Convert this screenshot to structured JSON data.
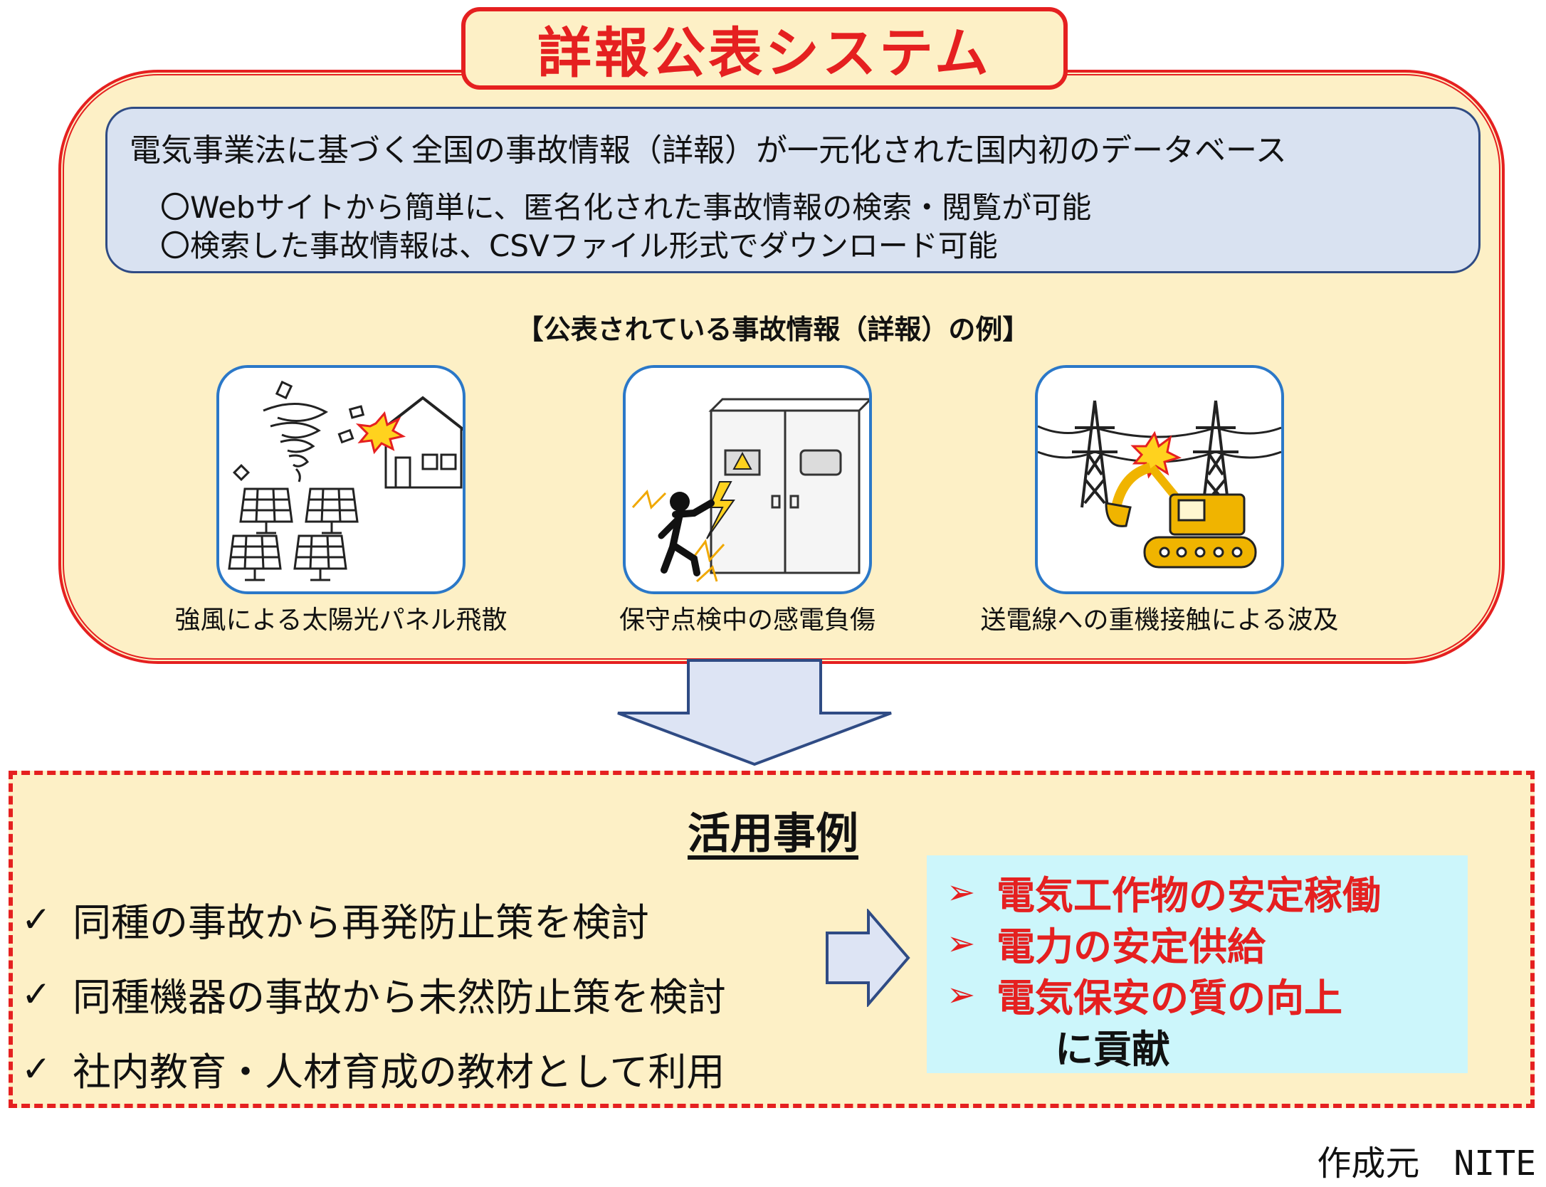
{
  "system": {
    "title": "詳報公表システム",
    "description": "電気事業法に基づく全国の事故情報（詳報）が一元化された国内初のデータベース",
    "features": [
      "〇Webサイトから簡単に、匿名化された事故情報の検索・閲覧が可能",
      "〇検索した事故情報は、CSVファイル形式でダウンロード可能"
    ],
    "examples_heading": "【公表されている事故情報（詳報）の例】",
    "examples": [
      {
        "caption": "強風による太陽光パネル飛散",
        "icon": "tornado-solar-panel-icon"
      },
      {
        "caption": "保守点検中の感電負傷",
        "icon": "electric-shock-icon"
      },
      {
        "caption": "送電線への重機接触による波及",
        "icon": "powerline-excavator-icon"
      }
    ]
  },
  "usage": {
    "title": "活用事例",
    "items": [
      "同種の事故から再発防止策を検討",
      "同種機器の事故から未然防止策を検討",
      "社内教育・人材育成の教材として利用"
    ],
    "check_mark": "✓",
    "contributions": [
      "電気工作物の安定稼働",
      "電力の安定供給",
      "電気保安の質の向上"
    ],
    "bullet_mark": "➢",
    "contribution_suffix": "に貢献"
  },
  "source": "作成元　NITE",
  "colors": {
    "accent_red": "#e52020",
    "panel_fill": "#fdf0c6",
    "desc_fill": "#d9e2f1",
    "card_border": "#2b78c8",
    "contribution_fill": "#ccf6fb"
  }
}
